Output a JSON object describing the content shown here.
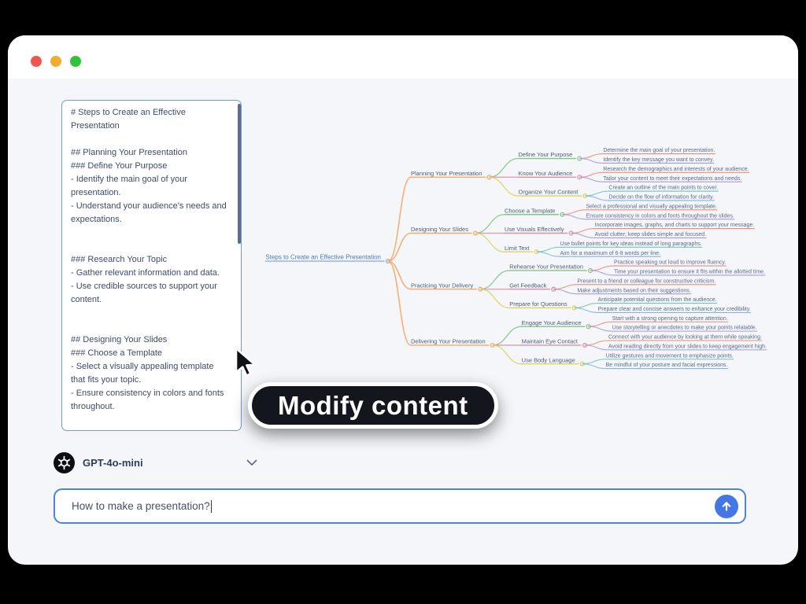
{
  "window": {
    "traffic_lights": [
      "#f2544e",
      "#f0ae2e",
      "#2ec43b"
    ]
  },
  "markdown_panel": {
    "content": "# Steps to Create an Effective Presentation\n\n## Planning Your Presentation\n### Define Your Purpose\n- Identify the main goal of your presentation.\n- Understand your audience's needs and expectations.\n\n\n### Research Your Topic\n- Gather relevant information and data.\n- Use credible sources to support your content.\n\n\n## Designing Your Slides\n### Choose a Template\n- Select a visually appealing template that fits your topic.\n- Ensure consistency in colors and fonts throughout."
  },
  "tooltip": {
    "label": "Modify content"
  },
  "model_selector": {
    "label": "GPT-4o-mini",
    "icon": "openai-logo",
    "chevron": "chevron-down"
  },
  "chat_input": {
    "value": "How to make a presentation?",
    "send_icon": "arrow-up",
    "accent_color": "#4377e6"
  },
  "mindmap": {
    "root": {
      "label": "Steps to Create an Effective Presentation",
      "color": "#8fb0d8",
      "text_color": "#4a7cc0",
      "children": [
        {
          "label": "Planning Your Presentation",
          "color": "#f5a86a",
          "children": [
            {
              "label": "Define Your Purpose",
              "color": "#83c586",
              "children": [
                {
                  "label": "Determine the main goal of your presentation.",
                  "color": "#ee8a76"
                },
                {
                  "label": "Identify the key message you want to convey.",
                  "color": "#a79ad8"
                }
              ]
            },
            {
              "label": "Know Your Audience",
              "color": "#e08f9f",
              "children": [
                {
                  "label": "Research the demographics and interests of your audience.",
                  "color": "#ee8a76"
                },
                {
                  "label": "Tailor your content to meet their expectations and needs.",
                  "color": "#a79ad8"
                }
              ]
            },
            {
              "label": "Organize Your Content",
              "color": "#ddd35f",
              "children": [
                {
                  "label": "Create an outline of the main points to cover.",
                  "color": "#6ec6b4"
                },
                {
                  "label": "Decide on the flow of information for clarity.",
                  "color": "#84b4e2"
                }
              ]
            }
          ]
        },
        {
          "label": "Designing Your Slides",
          "color": "#f5a86a",
          "children": [
            {
              "label": "Choose a Template",
              "color": "#83c586",
              "children": [
                {
                  "label": "Select a professional and visually appealing template.",
                  "color": "#ee8a76"
                },
                {
                  "label": "Ensure consistency in colors and fonts throughout the slides.",
                  "color": "#a79ad8"
                }
              ]
            },
            {
              "label": "Use Visuals Effectively",
              "color": "#e08f9f",
              "children": [
                {
                  "label": "Incorporate images, graphs, and charts to support your message.",
                  "color": "#ee8a76"
                },
                {
                  "label": "Avoid clutter; keep slides simple and focused.",
                  "color": "#a79ad8"
                }
              ]
            },
            {
              "label": "Limit Text",
              "color": "#ddd35f",
              "children": [
                {
                  "label": "Use bullet points for key ideas instead of long paragraphs.",
                  "color": "#6ec6b4"
                },
                {
                  "label": "Aim for a maximum of 6-8 words per line.",
                  "color": "#84b4e2"
                }
              ]
            }
          ]
        },
        {
          "label": "Practicing Your Delivery",
          "color": "#f5a86a",
          "children": [
            {
              "label": "Rehearse Your Presentation",
              "color": "#83c586",
              "children": [
                {
                  "label": "Practice speaking out loud to improve fluency.",
                  "color": "#ee8a76"
                },
                {
                  "label": "Time your presentation to ensure it fits within the allotted time.",
                  "color": "#a79ad8"
                }
              ]
            },
            {
              "label": "Get Feedback",
              "color": "#e08f9f",
              "children": [
                {
                  "label": "Present to a friend or colleague for constructive criticism.",
                  "color": "#ee8a76"
                },
                {
                  "label": "Make adjustments based on their suggestions.",
                  "color": "#a79ad8"
                }
              ]
            },
            {
              "label": "Prepare for Questions",
              "color": "#ddd35f",
              "children": [
                {
                  "label": "Anticipate potential questions from the audience.",
                  "color": "#6ec6b4"
                },
                {
                  "label": "Prepare clear and concise answers to enhance your credibility.",
                  "color": "#84b4e2"
                }
              ]
            }
          ]
        },
        {
          "label": "Delivering Your Presentation",
          "color": "#f5a86a",
          "children": [
            {
              "label": "Engage Your Audience",
              "color": "#83c586",
              "children": [
                {
                  "label": "Start with a strong opening to capture attention.",
                  "color": "#ee8a76"
                },
                {
                  "label": "Use storytelling or anecdotes to make your points relatable.",
                  "color": "#a79ad8"
                }
              ]
            },
            {
              "label": "Maintain Eye Contact",
              "color": "#e08f9f",
              "children": [
                {
                  "label": "Connect with your audience by looking at them while speaking.",
                  "color": "#ee8a76"
                },
                {
                  "label": "Avoid reading directly from your slides to keep engagement high.",
                  "color": "#a79ad8"
                }
              ]
            },
            {
              "label": "Use Body Language",
              "color": "#ddd35f",
              "children": [
                {
                  "label": "Utilize gestures and movement to emphasize points.",
                  "color": "#6ec6b4"
                },
                {
                  "label": "Be mindful of your posture and facial expressions.",
                  "color": "#84b4e2"
                }
              ]
            }
          ]
        }
      ]
    }
  }
}
